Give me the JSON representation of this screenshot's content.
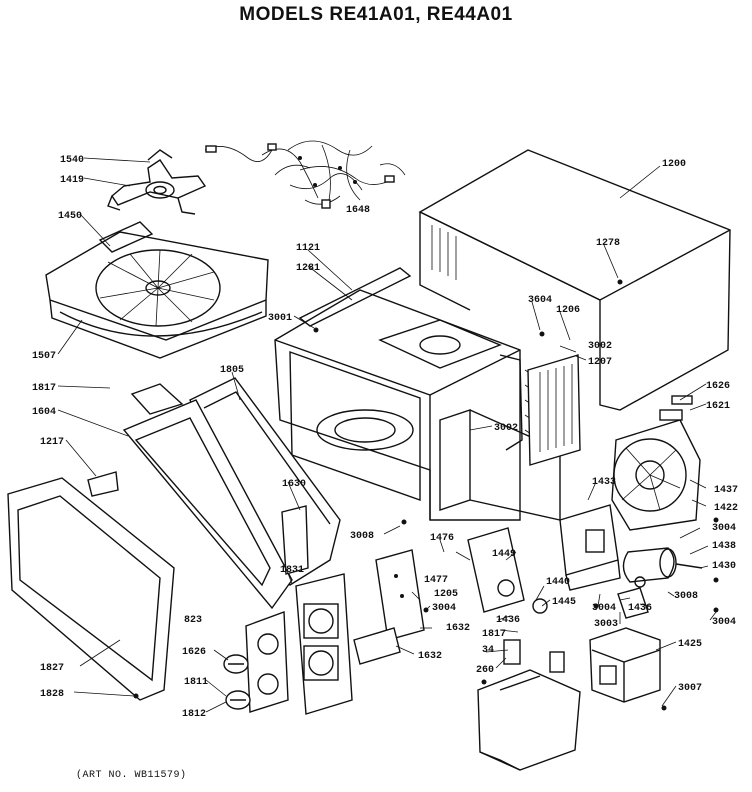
{
  "title": "MODELS RE41A01, RE44A01",
  "art_no": "(ART NO. WB11579)",
  "callouts": [
    "1540",
    "1419",
    "1648",
    "1200",
    "1450",
    "1278",
    "1121",
    "1281",
    "3001",
    "3604",
    "1206",
    "3002",
    "1207",
    "1507",
    "1817",
    "1805",
    "1626",
    "1621",
    "1604",
    "1217",
    "3002",
    "1433",
    "1437",
    "1422",
    "1630",
    "3008",
    "3004",
    "1438",
    "1476",
    "1477",
    "1449",
    "1430",
    "1831",
    "1205",
    "1440",
    "3004",
    "1445",
    "3004",
    "3008",
    "3004",
    "1632",
    "3004",
    "3003",
    "1436",
    "1436",
    "1817",
    "823",
    "1626",
    "34",
    "1632",
    "1425",
    "1827",
    "260",
    "1811",
    "3007",
    "1828",
    "1812"
  ]
}
